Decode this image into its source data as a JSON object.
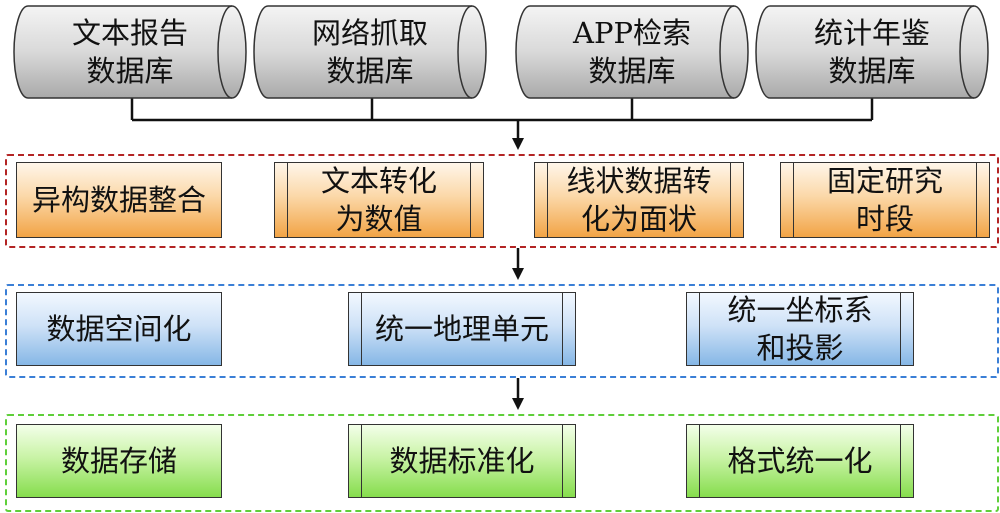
{
  "databases": [
    {
      "label": "文本报告\n数据库"
    },
    {
      "label": "网络抓取\n数据库"
    },
    {
      "label": "APP检索\n数据库"
    },
    {
      "label": "统计年鉴\n数据库"
    }
  ],
  "rows": [
    {
      "title": "异构数据整合",
      "steps": [
        "文本转化\n为数值",
        "线状数据转\n化为面状",
        "固定研究\n时段"
      ],
      "color": "#f2a446",
      "border_color": "#b32424"
    },
    {
      "title": "数据空间化",
      "steps": [
        "统一地理单元",
        "统一坐标系\n和投影"
      ],
      "color": "#86b7e6",
      "border_color": "#3b7fd6"
    },
    {
      "title": "数据存储",
      "steps": [
        "数据标准化",
        "格式统一化"
      ],
      "color": "#86dd4d",
      "border_color": "#5fcf3a"
    }
  ]
}
